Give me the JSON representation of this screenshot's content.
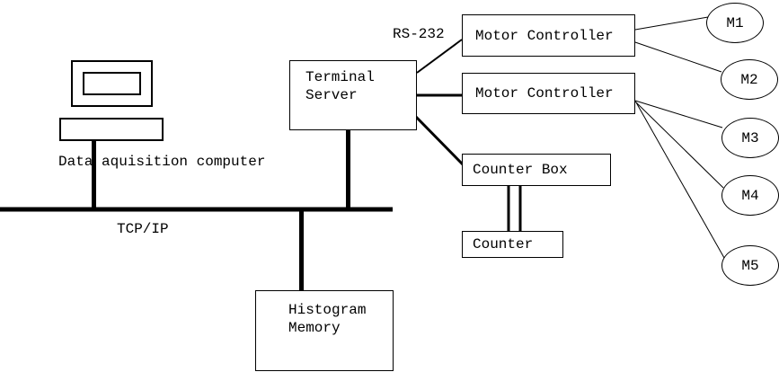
{
  "diagram": {
    "nodes": {
      "terminal_server": "Terminal\nServer",
      "motor_controller_1": "Motor Controller",
      "motor_controller_2": "Motor Controller",
      "counter_box": "Counter Box",
      "counter": "Counter",
      "histogram_memory": "Histogram\nMemory"
    },
    "labels": {
      "rs232": "RS-232",
      "tcpip": "TCP/IP",
      "computer_caption": "Data aquisition computer"
    },
    "motors": [
      "M1",
      "M2",
      "M3",
      "M4",
      "M5"
    ],
    "connections": [
      "data-aquisition-computer — TCP/IP bus",
      "terminal-server — TCP/IP bus",
      "histogram-memory — TCP/IP bus",
      "terminal-server — motor-controller-1 (RS-232)",
      "terminal-server — motor-controller-2",
      "terminal-server — counter-box",
      "counter-box — counter (double line)",
      "motor-controller-1 — M1",
      "motor-controller-1 — M2",
      "motor-controller-2 — M3",
      "motor-controller-2 — M4",
      "motor-controller-2 — M5"
    ],
    "colors": {
      "line": "#000000",
      "background": "#ffffff"
    }
  }
}
